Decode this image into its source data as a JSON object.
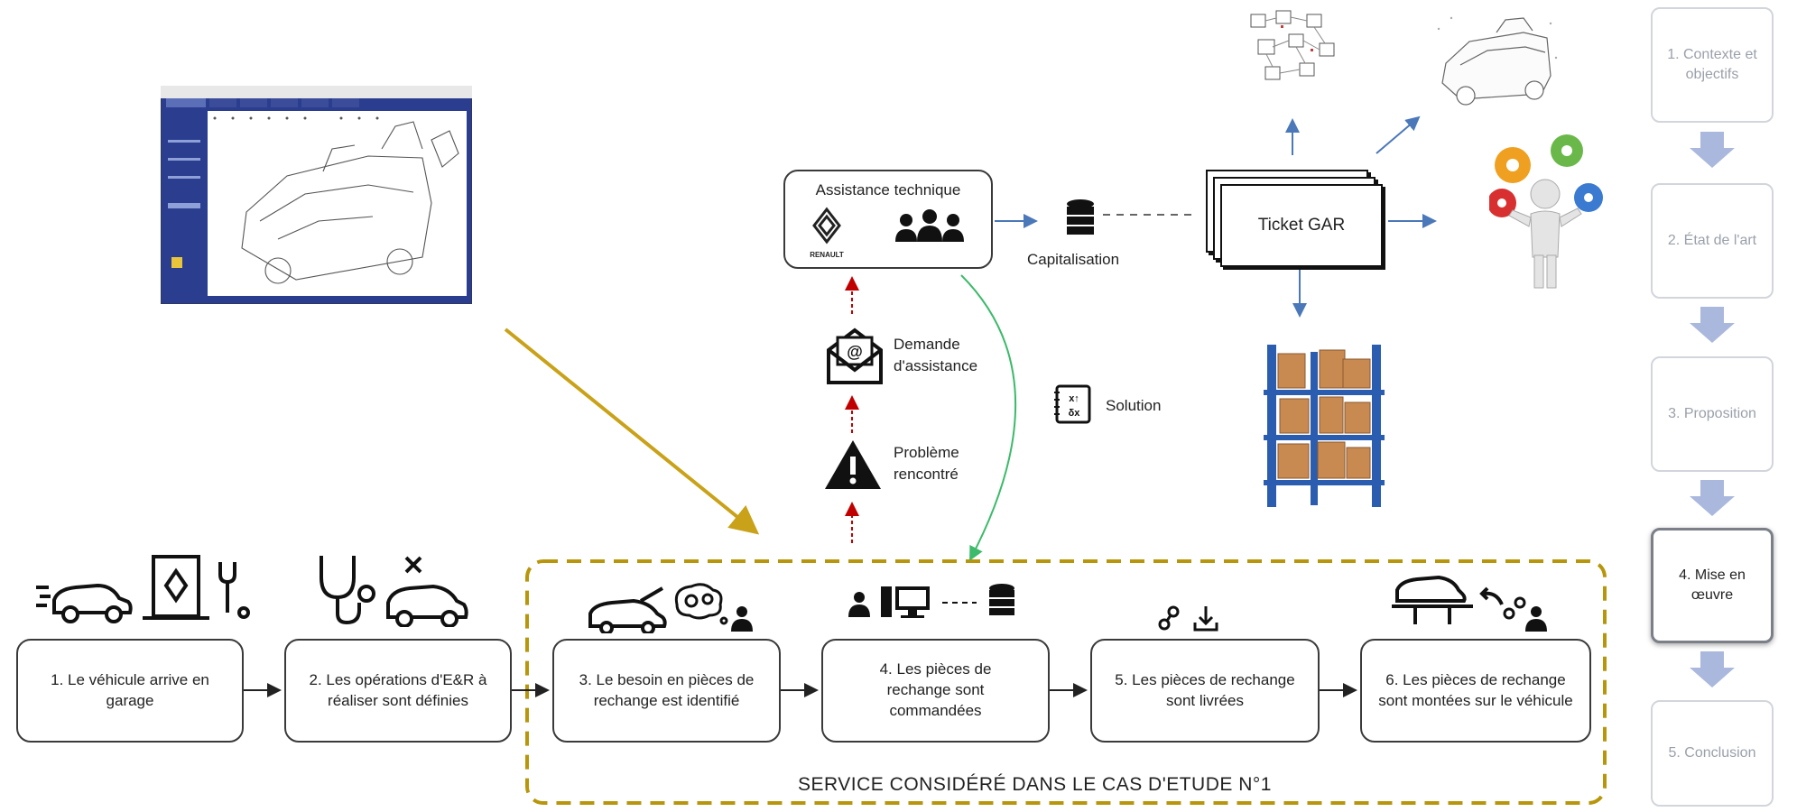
{
  "process": {
    "step1": "1. Le véhicule arrive en garage",
    "step2": "2. Les opérations d'E&R à réaliser sont définies",
    "step3": "3. Le besoin en pièces de rechange est identifié",
    "step4": "4. Les pièces de rechange sont commandées",
    "step5": "5. Les pièces de rechange sont livrées",
    "step6": "6. Les pièces de rechange sont montées sur le véhicule"
  },
  "service_label": "SERVICE CONSIDÉRÉ DANS LE CAS D'ETUDE N°1",
  "assistance": {
    "title": "Assistance technique",
    "brand": "RENAULT",
    "problem": "Problème rencontré",
    "request": "Demande d'assistance",
    "solution": "Solution",
    "capitalisation": "Capitalisation",
    "ticket": "Ticket GAR"
  },
  "sidebar": [
    "1. Contexte et objectifs",
    "2. État de l'art",
    "3. Proposition",
    "4. Mise en œuvre",
    "5. Conclusion"
  ],
  "colors": {
    "dashed_frame": "#b8960c",
    "diag_arrow": "#c9a21a",
    "red_arrow": "#c00000",
    "green_arrow": "#3dba6a",
    "blue_arrow": "#4a78b8",
    "sidebar_arrow": "#a9b8dc"
  }
}
